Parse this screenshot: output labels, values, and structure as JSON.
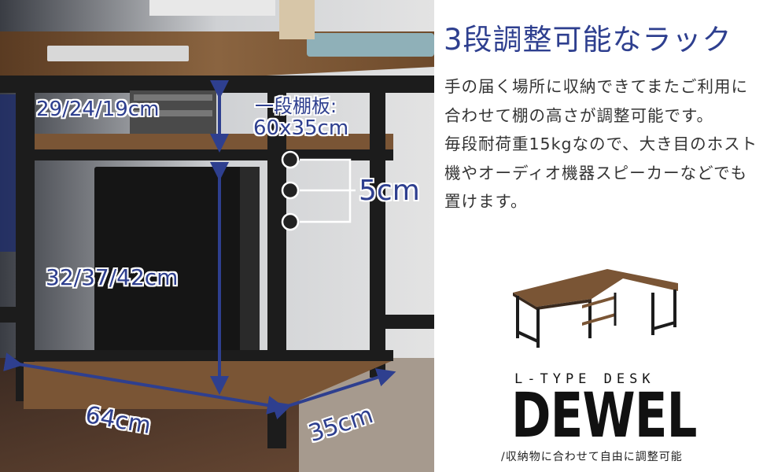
{
  "photo": {
    "labels": {
      "top_height": "29/24/19cm",
      "shelf_title": "一段棚板:",
      "shelf_size": "60x35cm",
      "pitch": "5cm",
      "lower_height": "32/37/42cm",
      "width": "64cm",
      "depth": "35cm"
    }
  },
  "feature": {
    "headline": "3段調整可能なラック",
    "paragraphs": [
      "手の届く場所に収納できてまたご利用に合わせて棚の高さが調整可能です。",
      "毎段耐荷重15kgなので、大き目のホスト機やオーディオ機器スピーカーなどでも置けます。"
    ]
  },
  "brand": {
    "subtitle": "L-TYPE DESK",
    "name": "DEWEL",
    "tagline": "/収納物に合わせて自由に調整可能"
  },
  "colors": {
    "accent": "#2e3f8f",
    "wood": "#7a5535",
    "frame": "#1c1c1c"
  }
}
